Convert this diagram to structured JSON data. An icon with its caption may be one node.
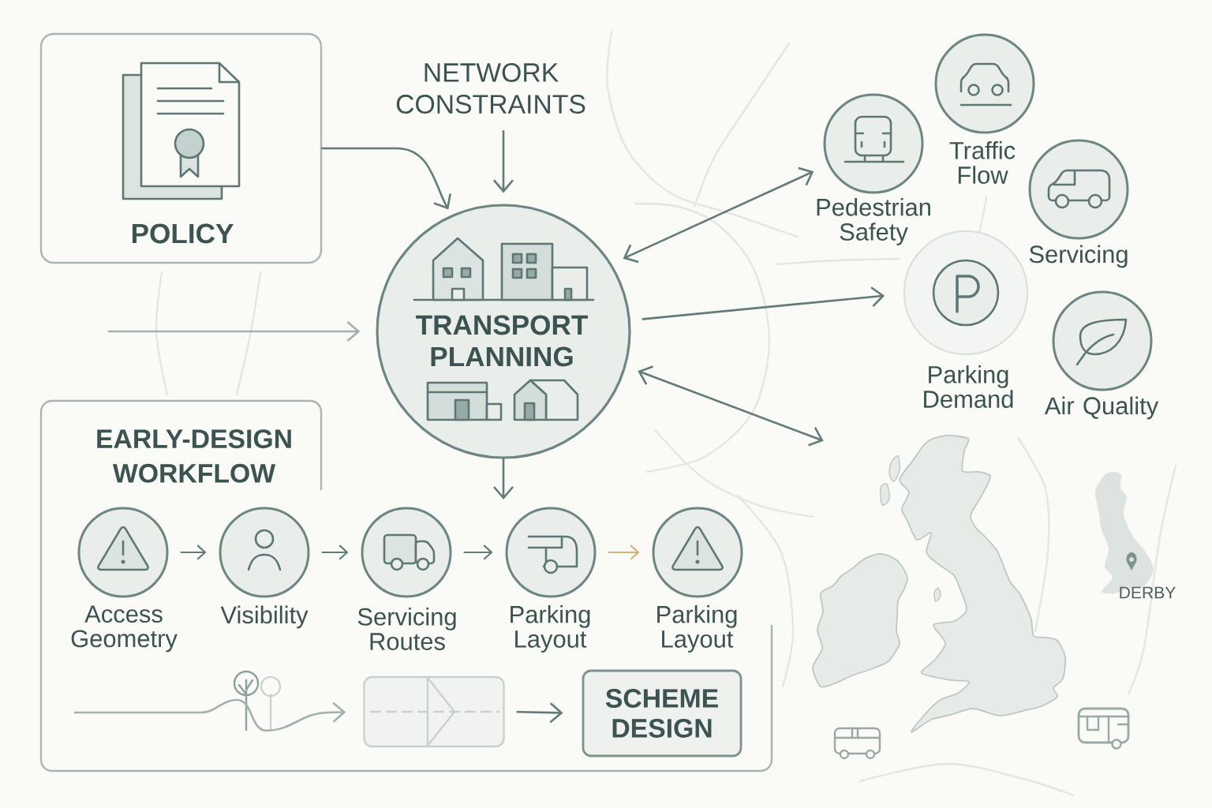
{
  "diagram": {
    "nodes": [
      {
        "text": [
          "POLICY"
        ]
      },
      {
        "text": [
          "NETWORK CONSTRAINTS"
        ]
      },
      {
        "text": [
          "TRANSPORT PLANNING"
        ]
      },
      {
        "text": [
          "Pedestrian Safety"
        ]
      },
      {
        "text": [
          "Traffic Flow"
        ]
      },
      {
        "text": [
          "Servicing"
        ]
      },
      {
        "text": [
          "Parking Demand"
        ]
      },
      {
        "text": [
          "Air Quality"
        ]
      },
      {
        "text": [
          "EARLY-DESIGN WORKFLOW"
        ]
      },
      {
        "text": [
          "Access Geometry"
        ],
        "in": 8
      },
      {
        "text": [
          "Visibility"
        ],
        "in": 8
      },
      {
        "text": [
          "Servicing Routes"
        ],
        "in": 8
      },
      {
        "text": [
          "Parking Layout"
        ],
        "in": 8
      },
      {
        "text": [
          "Parking Layout"
        ],
        "in": 8
      },
      {
        "text": [],
        "shape": "box",
        "in": 8
      },
      {
        "text": [
          "SCHEME DESIGN"
        ],
        "in": 8
      },
      {
        "text": [],
        "shape": "picture"
      }
    ],
    "edges": [
      {
        "from": 0,
        "to": 2,
        "arrow": "to"
      },
      {
        "from": 1,
        "to": 2,
        "arrow": "to"
      },
      {
        "from": null,
        "to": 2,
        "arrow": "to",
        "color": "#a3b0ad"
      },
      {
        "from": 2,
        "to": 3,
        "arrow": "both"
      },
      {
        "from": 2,
        "to": 6,
        "arrow": "to"
      },
      {
        "from": 2,
        "to": 16,
        "arrow": "both"
      },
      {
        "from": 2,
        "to": null,
        "arrow": "to"
      },
      {
        "from": 9,
        "to": 10,
        "arrow": "to"
      },
      {
        "from": 10,
        "to": 11,
        "arrow": "to"
      },
      {
        "from": 11,
        "to": 12,
        "arrow": "to"
      },
      {
        "from": 12,
        "to": 13,
        "arrow": "to",
        "color": "#d2b27f"
      },
      {
        "from": null,
        "to": 14,
        "arrow": "to",
        "color": "#a3b0ad"
      },
      {
        "from": 14,
        "to": 15,
        "arrow": "to"
      }
    ],
    "labels": [
      "DERBY"
    ]
  }
}
